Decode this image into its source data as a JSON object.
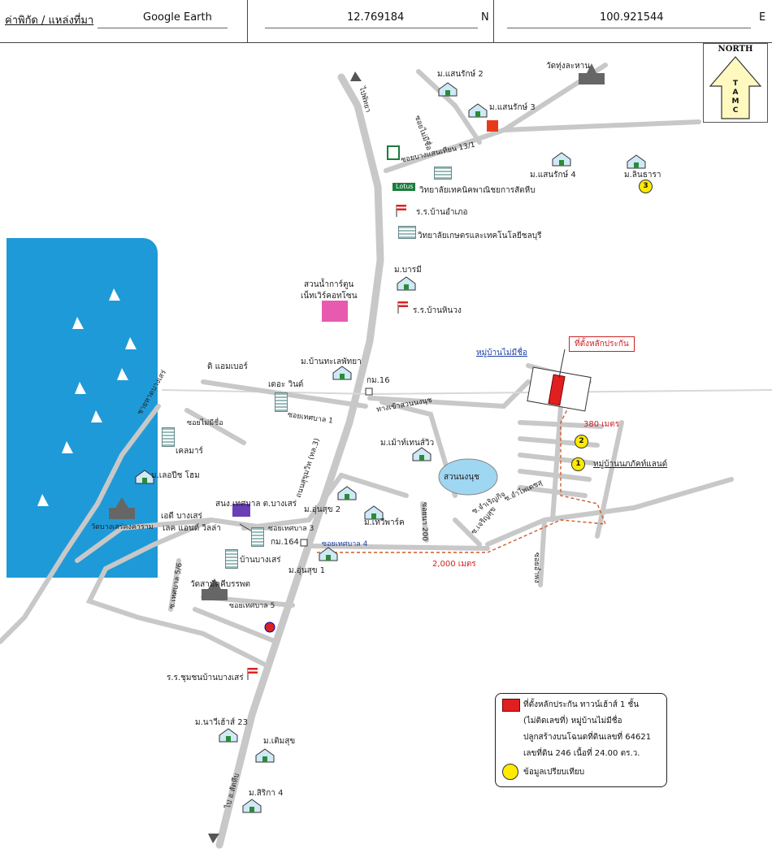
{
  "header": {
    "location_label": "ค่าพิกัด / แหล่งที่มา",
    "source": "Google Earth",
    "latitude": "12.769184",
    "lat_dir": "N",
    "longitude": "100.921544",
    "lon_dir": "E"
  },
  "north_arrow": {
    "north": "NORTH",
    "letters": [
      "T",
      "A",
      "M",
      "C"
    ]
  },
  "labels": {
    "mu_saenrak2": "ม.แสนรักษ์ 2",
    "wat": "วัดทุ่งละหาน",
    "mu_saenrak3": "ม.แสนรักษ์ 3",
    "soi_no_name_top": "ซอยไม่มีชื่อ",
    "soi_bangsaen": "ซอยบางแสนเทียน 13/1",
    "mu_saenrak4": "ม.แสนรักษ์ 4",
    "mu_linthara": "ม.ลินธารา",
    "tesco": "Lotus",
    "college1": "วิทยาลัยเทคนิคพาณิชยการสัตหีบ",
    "school_ampoe": "ร.ร.บ้านอำเภอ",
    "college2": "วิทยาลัยเกษตรและเทคโนโลยีชลบุรี",
    "to_pattaya": "ไปพัทยา",
    "mu_barami": "ม.บารมี",
    "waterpark1": "สวนน้ำการ์ตูน",
    "waterpark2": "เน็ทเวิร์คอทโซน",
    "school_hinwong": "ร.ร.บ้านหินวง",
    "village_no_name": "หมู่บ้านไม่มีชื่อ",
    "collateral_site": "ที่ตั้งหลักประกัน",
    "d_amber": "ดิ แอมเบอร์",
    "mu_thale_pattaya": "ม.บ้านทะเลพัทยา",
    "the_wind": "เดอะ วินด์",
    "km16": "กม.16",
    "dist_380": "380 เมตร",
    "soi_no_name_left": "ซอยไม่มีชื่อ",
    "soi_thepbaan1": "ซอยเทศบาล 1",
    "to_suan_nongnuch": "ทางเข้าสวนนงนุช",
    "beach_road": "ชายหาดบางเสร่",
    "kalmare": "เคลมาร์",
    "mu_mountain_view": "ม.เม้าท์เทนส์วิว",
    "mu_lovely_home": "ม.เลอปีช โฮม",
    "sukhumvit": "ถนนสุขุมวิท (ทล.3)",
    "suan_nongnuch": "สวนนงนุช",
    "mu_land": "หมู่บ้านนภภัคท์แลนด์",
    "wat_bangsaray": "วัดบางเสร่คงคาราม",
    "ac_bangsaray": "เอดี บางเสร่",
    "ac_villa": "เลค แอนด์ วิลล่า",
    "tessaban_office": "สนง.เทศบาล ต.บางเสร่",
    "mu_unsuk2": "ม.อุ่นสุข 2",
    "soi_thepbaan3": "ซอยเทศบาล 3",
    "km164": "กม.164",
    "mu_thewipark": "ม.เทวีพาร์ค",
    "soi_200": "ซอยนา 200",
    "soi_thepbaan4": "ซอยเทศบาล 4",
    "ban_bangsaray": "บ้านบางเสร่",
    "mu_unsuk1": "ม.อุ่นสุข 1",
    "dist_2000": "2,000 เมตร",
    "soi_ampong": "ซอยอำพง",
    "soi_jarernkit": "ซ.จำเริญกิจ",
    "soi_jiruek": "ซ.เจริญสุข",
    "soi_pong": "ซ.อำไพเดชสุ",
    "wat_samakhi": "วัดสามัคคีบรรพต",
    "soi_thepbaan5s": "ซ.เทศบาล 5/6",
    "soi_thepbaan5": "ซอยเทศบาล 5",
    "school_bangsaray": "ร.ร.ชุมชนบ้านบางเสร่",
    "mu_navil": "ม.นาวีเฮ้าส์ 23",
    "mu_termsuk": "ม.เติมสุข",
    "mu_sirika": "ม.สิริกา 4",
    "to_sattahip": "ไป อ.สัตหีบ"
  },
  "legend": {
    "line1": "ที่ตั้งหลักประกัน ทาวน์เฮ้าส์ 1 ชั้น",
    "line2": "(ไม่ติดเลขที่) หมู่บ้านไม่มีชื่อ",
    "line3": "ปลูกสร้างบนโฉนดที่ดินเลขที่ 64621",
    "line4": "เลขที่ดิน 246 เนื้อที่ 24.00 ตร.ว.",
    "line5": "ข้อมูลเปรียบเทียบ"
  },
  "markers": {
    "m1": "1",
    "m2": "2",
    "m3": "3"
  },
  "colors": {
    "sea": "#1f9ad8",
    "road": "#c8c8c8",
    "collateral": "#e02020",
    "comparison": "#ffea00",
    "route": "#d05a2a"
  }
}
